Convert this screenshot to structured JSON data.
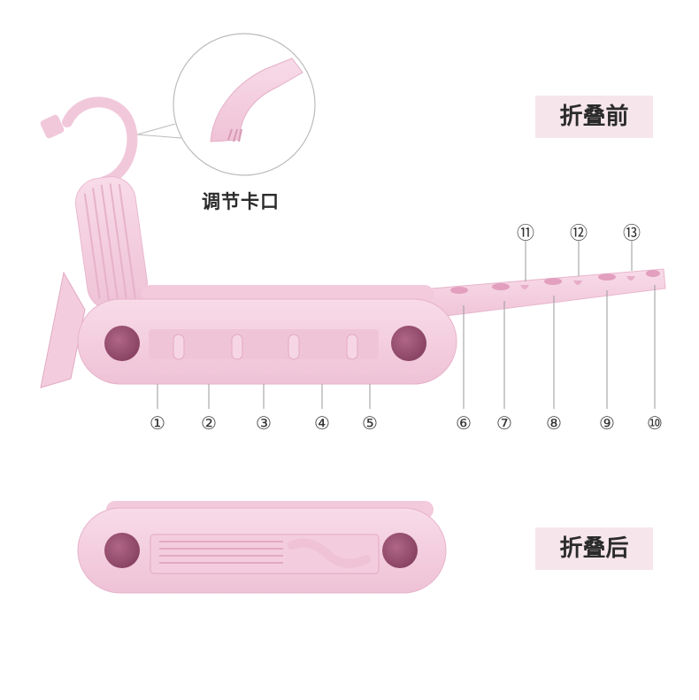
{
  "labels": {
    "before_fold": "折叠前",
    "after_fold": "折叠后",
    "adjust_clip": "调节卡口"
  },
  "markers": {
    "m1": "①",
    "m2": "②",
    "m3": "③",
    "m4": "④",
    "m5": "⑤",
    "m6": "⑥",
    "m7": "⑦",
    "m8": "⑧",
    "m9": "⑨",
    "m10": "⑩",
    "m11": "⑪",
    "m12": "⑫",
    "m13": "⑬"
  },
  "colors": {
    "hanger_pink": "#f4cfe0",
    "hanger_shadow": "#e8b5cc",
    "button_mauve": "#9c5273",
    "label_bg": "#f6e6ec"
  }
}
